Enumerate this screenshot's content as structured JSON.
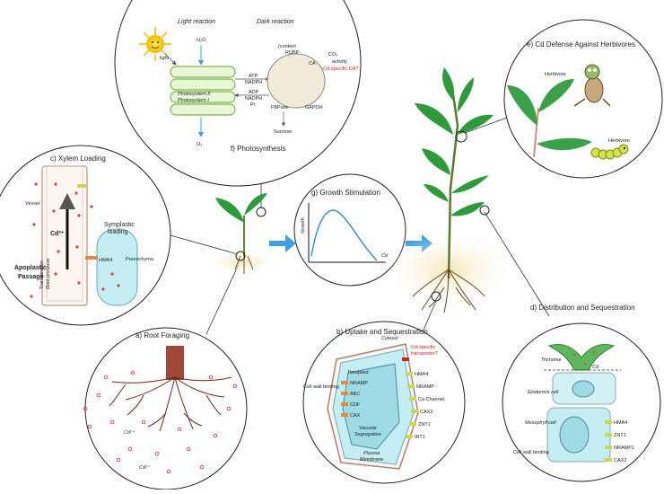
{
  "photosynthesis": {
    "title": "f) Photosynthesis",
    "light_reaction": "Light reaction",
    "dark_reaction": "Dark reaction",
    "h2o": "H₂O",
    "o2": "O₂",
    "co2": "CO₂",
    "light": "light",
    "ps2": "Photosystem II",
    "ps1": "Photosystem I",
    "atp": "ATP",
    "nadph": "NADPH",
    "adp": "ADP",
    "nadph2": "NADPH",
    "pi": "Pi",
    "content": "(content",
    "rubp": "RUBP",
    "ca": "CA",
    "activity": "activity",
    "cd_ca": "Cd-specific CA?",
    "fbpase": "FBPase",
    "gapdh": "GAPDH",
    "sucrose": "Sucrose"
  },
  "defense": {
    "title": "e) Cd Defense Against Herbivores",
    "herbivore1": "Herbivore",
    "herbivore2": "Herbivore"
  },
  "xylem": {
    "title": "c) Xylem Loading",
    "vessel": "Vessel",
    "cd": "Cd²⁺",
    "symplastic": "Symplastic",
    "loading": "loading",
    "hma4": "HMA4",
    "parenchyma": "Parenchyma",
    "transpiration": "Transpiration",
    "root_pressure": "Root pressure",
    "apoplastic": "Apoplastic",
    "passage": "Passage"
  },
  "growth": {
    "title": "g) Growth Stimulation",
    "ylabel": "Growth",
    "xlabel": "Cd"
  },
  "root": {
    "title": "a) Root Foraging",
    "cd1": "Cd²⁺",
    "cd2": "Cd²⁺"
  },
  "uptake": {
    "title": "b) Uptake and Sequestration",
    "tonoplast": "Tonoplast",
    "cytosol": "Cytosol",
    "cd_transporter_1": "Cd-specific",
    "cd_transporter_2": "transporter?",
    "cell_wall": "Cell wall binding",
    "nramp_in": "NRAMP",
    "abc": "ABC",
    "cdf": "CDF",
    "cax": "CAX",
    "hma4": "HMA4",
    "nramp_out": "NRAMP",
    "ca_channel": "Ca Channel",
    "cax2": "CAX2",
    "znt1": "ZNT1",
    "irt1": "IRT1",
    "vacuole1": "Vacuole",
    "vacuole2": "Segregation",
    "plasma1": "Plasma",
    "plasma2": "Membrane"
  },
  "distribution": {
    "title": "d) Distribution and Sequestration",
    "trichome": "Trichome",
    "cd": "Cd",
    "epidermis": "Epidermis cell",
    "mesophyll": "Mesophyll cell",
    "cell_wall": "Cell wall binding",
    "hma4": "HMA4",
    "znt1": "ZNT1",
    "nramp1": "NRAMP1",
    "cax2": "CAX2"
  },
  "colors": {
    "leaf": "#2f9a3a",
    "stem": "#7a4a2a",
    "arrow": "#3fa0e0",
    "cell": "#c4eef3",
    "cd": "#e04040",
    "curve": "#3a8fd8"
  }
}
